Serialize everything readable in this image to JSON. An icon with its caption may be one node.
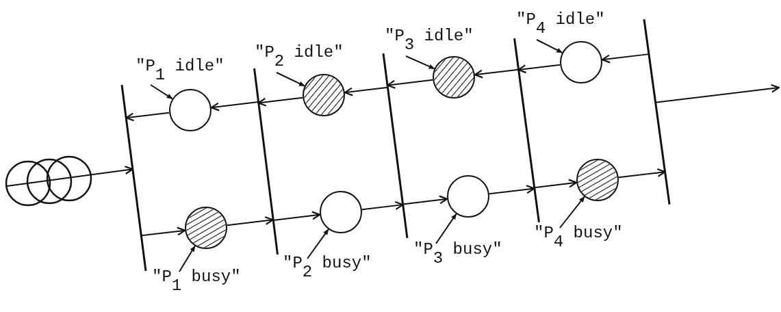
{
  "diagram": {
    "nodes": [
      {
        "text": [],
        "shape": "circle"
      },
      {
        "text": [],
        "shape": "bar"
      },
      {
        "text": [],
        "shape": "bar"
      },
      {
        "text": [],
        "shape": "bar"
      },
      {
        "text": [],
        "shape": "bar"
      },
      {
        "text": [],
        "shape": "bar"
      },
      {
        "text": [],
        "shape": "circle"
      },
      {
        "text": [],
        "shape": "circle"
      },
      {
        "text": [],
        "shape": "circle"
      },
      {
        "text": [],
        "shape": "circle"
      },
      {
        "text": [],
        "shape": "circle"
      },
      {
        "text": [],
        "shape": "circle"
      },
      {
        "text": [],
        "shape": "circle"
      },
      {
        "text": [],
        "shape": "circle"
      },
      {
        "text": [
          "\"P$_{1}$ idle\""
        ]
      },
      {
        "text": [
          "\"P$_{2}$ idle\""
        ]
      },
      {
        "text": [
          "\"P$_{3}$ idle\""
        ]
      },
      {
        "text": [
          "\"P$_{4}$ idle\""
        ]
      },
      {
        "text": [
          "\"P$_{1}$ busy\""
        ]
      },
      {
        "text": [
          "\"P$_{2}$ busy\""
        ]
      },
      {
        "text": [
          "\"P$_{3}$ busy\""
        ]
      },
      {
        "text": [
          "\"P$_{4}$ busy\""
        ]
      }
    ],
    "edges": [
      {
        "from": 0,
        "to": 1,
        "arrow": "to"
      },
      {
        "from": 2,
        "to": 6,
        "arrow": "to"
      },
      {
        "from": 6,
        "to": 1,
        "arrow": "to"
      },
      {
        "from": 3,
        "to": 7,
        "arrow": "to"
      },
      {
        "from": 7,
        "to": 2,
        "arrow": "to"
      },
      {
        "from": 4,
        "to": 8,
        "arrow": "to"
      },
      {
        "from": 8,
        "to": 3,
        "arrow": "to"
      },
      {
        "from": 5,
        "to": 9,
        "arrow": "to"
      },
      {
        "from": 9,
        "to": 4,
        "arrow": "to"
      },
      {
        "from": 1,
        "to": 10,
        "arrow": "to"
      },
      {
        "from": 10,
        "to": 2,
        "arrow": "to"
      },
      {
        "from": 2,
        "to": 11,
        "arrow": "to"
      },
      {
        "from": 11,
        "to": 3,
        "arrow": "to"
      },
      {
        "from": 3,
        "to": 12,
        "arrow": "to"
      },
      {
        "from": 12,
        "to": 4,
        "arrow": "to"
      },
      {
        "from": 4,
        "to": 13,
        "arrow": "to"
      },
      {
        "from": 13,
        "to": 5,
        "arrow": "to"
      },
      {
        "from": 5,
        "to": null,
        "arrow": "to"
      },
      {
        "from": 14,
        "to": 6,
        "arrow": "to"
      },
      {
        "from": 15,
        "to": 7,
        "arrow": "to"
      },
      {
        "from": 16,
        "to": 8,
        "arrow": "to"
      },
      {
        "from": 17,
        "to": 9,
        "arrow": "to"
      },
      {
        "from": 18,
        "to": 10,
        "arrow": "to"
      },
      {
        "from": 19,
        "to": 11,
        "arrow": "to"
      },
      {
        "from": 20,
        "to": 12,
        "arrow": "to"
      },
      {
        "from": 21,
        "to": 13,
        "arrow": "to"
      }
    ]
  }
}
